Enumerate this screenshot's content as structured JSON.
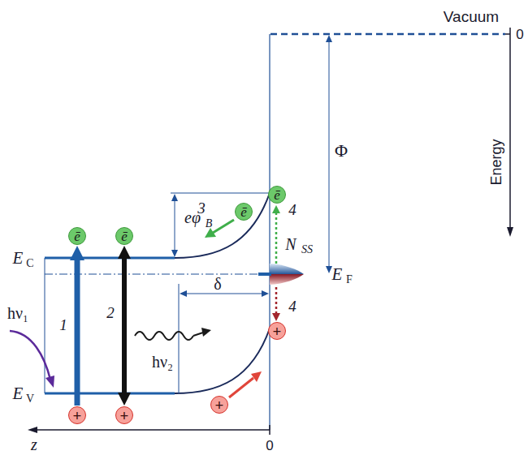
{
  "diagram": {
    "nodes": [
      {
        "text": [
          "ē"
        ]
      },
      {
        "text": [
          "ē"
        ]
      },
      {
        "text": [
          "ē"
        ]
      },
      {
        "text": [
          "ē"
        ]
      },
      {
        "text": [
          "+"
        ]
      },
      {
        "text": [
          "+"
        ]
      },
      {
        "text": [
          "+"
        ]
      },
      {
        "text": [
          "+"
        ]
      }
    ],
    "edges": [
      {
        "from": 6,
        "to": 2,
        "arrow": "to"
      },
      {
        "from": 7,
        "to": 3,
        "arrow": "both"
      }
    ],
    "labels": [
      "Vacuum",
      "0",
      "Energy",
      "Φ",
      "eφ",
      "B",
      "3",
      "4",
      "N",
      "SS",
      "E",
      "F",
      "E",
      "C",
      "1",
      "2",
      "hν₁",
      "δ",
      "hν₂",
      "4",
      "E",
      "V",
      "z",
      "0"
    ]
  }
}
